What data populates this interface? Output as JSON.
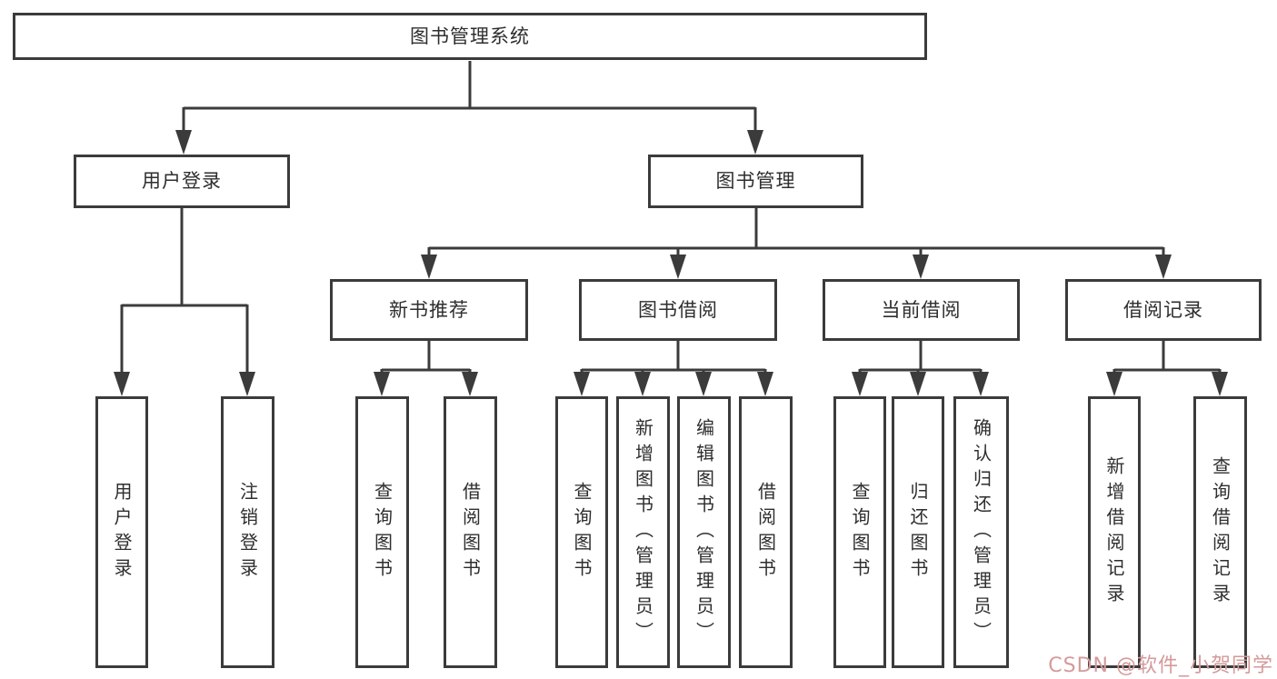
{
  "diagram": {
    "type": "hierarchy-tree",
    "title": "图书管理系统",
    "hierarchy": {
      "label": "图书管理系统",
      "children": [
        {
          "label": "用户登录",
          "children": [
            {
              "label": "用户登录"
            },
            {
              "label": "注销登录"
            }
          ]
        },
        {
          "label": "图书管理",
          "children": [
            {
              "label": "新书推荐",
              "children": [
                {
                  "label": "查询图书"
                },
                {
                  "label": "借阅图书"
                }
              ]
            },
            {
              "label": "图书借阅",
              "children": [
                {
                  "label": "查询图书"
                },
                {
                  "label": "新增图书（管理员）"
                },
                {
                  "label": "编辑图书（管理员）"
                },
                {
                  "label": "借阅图书"
                }
              ]
            },
            {
              "label": "当前借阅",
              "children": [
                {
                  "label": "查询图书"
                },
                {
                  "label": "归还图书"
                },
                {
                  "label": "确认归还（管理员）"
                }
              ]
            },
            {
              "label": "借阅记录",
              "children": [
                {
                  "label": "新增借阅记录"
                },
                {
                  "label": "查询借阅记录"
                }
              ]
            }
          ]
        }
      ]
    }
  },
  "nodes": {
    "root": "图书管理系统",
    "user_login": "用户登录",
    "book_mgmt": "图书管理",
    "new_book_rec": "新书推荐",
    "book_borrow": "图书借阅",
    "current_borrow": "当前借阅",
    "borrow_record": "借阅记录",
    "g1_user_login": "用户登录",
    "g1_logout": "注销登录",
    "g2_query_book": "查询图书",
    "g2_borrow_book": "借阅图书",
    "g3_query_book": "查询图书",
    "g3_add_book": "新增图书（管理员）",
    "g3_edit_book": "编辑图书（管理员）",
    "g3_borrow_book": "借阅图书",
    "g4_query_book": "查询图书",
    "g4_return_book": "归还图书",
    "g4_confirm_return": "确认归还（管理员）",
    "g5_add_record": "新增借阅记录",
    "g5_query_record": "查询借阅记录"
  },
  "watermark": {
    "text": "CSDN @软件_小贺同学"
  },
  "colors": {
    "line": "#3b3b3b",
    "box_border": "#3b3b3b",
    "text": "#2e2e2e",
    "watermark": "#d59a9a",
    "background": "#ffffff"
  }
}
